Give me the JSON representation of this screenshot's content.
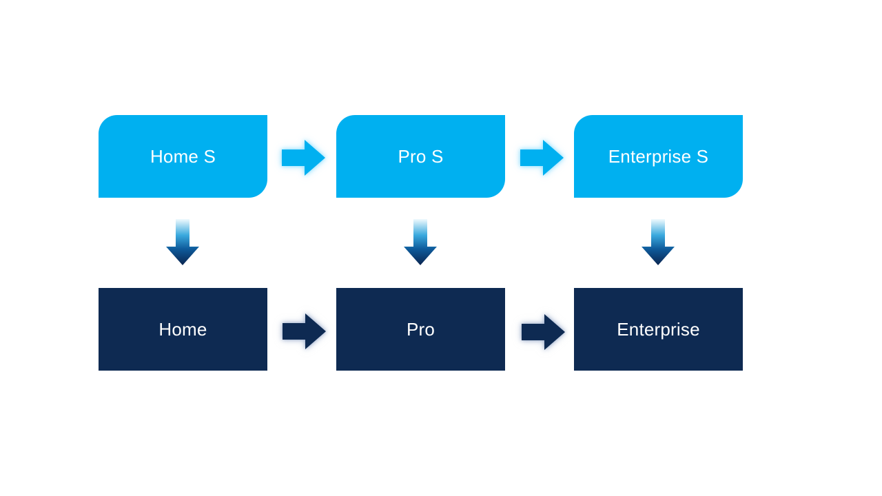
{
  "colors": {
    "background": "#FFFFFF",
    "cyan": "#00B0F0",
    "navy": "#0E2A52",
    "text": "#FFFFFF",
    "cyan_glow": "#8ADCFF",
    "navy_glow": "#96A8C8",
    "down_gradient_top": "#F0FAFE",
    "down_gradient_mid": "#3AA9DE",
    "down_gradient_lower": "#0E5A9A",
    "down_gradient_bottom": "#0B2550"
  },
  "diagram": {
    "type": "process-flow",
    "top_row": [
      {
        "label": "Home S"
      },
      {
        "label": "Pro S"
      },
      {
        "label": "Enterprise S"
      }
    ],
    "bottom_row": [
      {
        "label": "Home"
      },
      {
        "label": "Pro"
      },
      {
        "label": "Enterprise"
      }
    ],
    "connections": [
      "Home S -> Pro S",
      "Pro S -> Enterprise S",
      "Home S -> Home",
      "Pro S -> Pro",
      "Enterprise S -> Enterprise",
      "Home -> Pro",
      "Pro -> Enterprise"
    ]
  }
}
